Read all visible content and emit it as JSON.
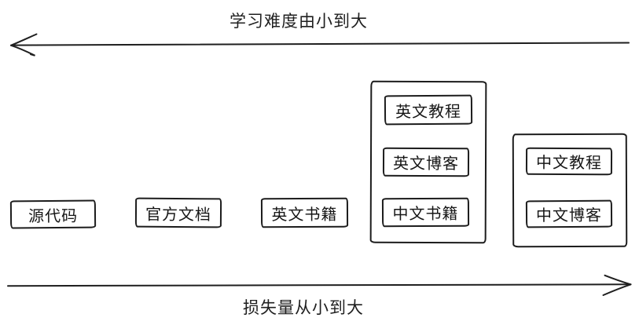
{
  "canvas": {
    "background": "#ffffff",
    "stroke_color": "#1c1c1c"
  },
  "axes": {
    "top": {
      "label": "学习难度由小到大",
      "direction": "left"
    },
    "bottom": {
      "label": "损失量从小到大",
      "direction": "right"
    }
  },
  "boxes": [
    {
      "label": "源代码"
    },
    {
      "label": "官方文档"
    },
    {
      "label": "英文书籍"
    }
  ],
  "groups": [
    {
      "items": [
        {
          "label": "英文教程"
        },
        {
          "label": "英文博客"
        },
        {
          "label": "中文书籍"
        }
      ]
    },
    {
      "items": [
        {
          "label": "中文教程"
        },
        {
          "label": "中文博客"
        }
      ]
    }
  ]
}
